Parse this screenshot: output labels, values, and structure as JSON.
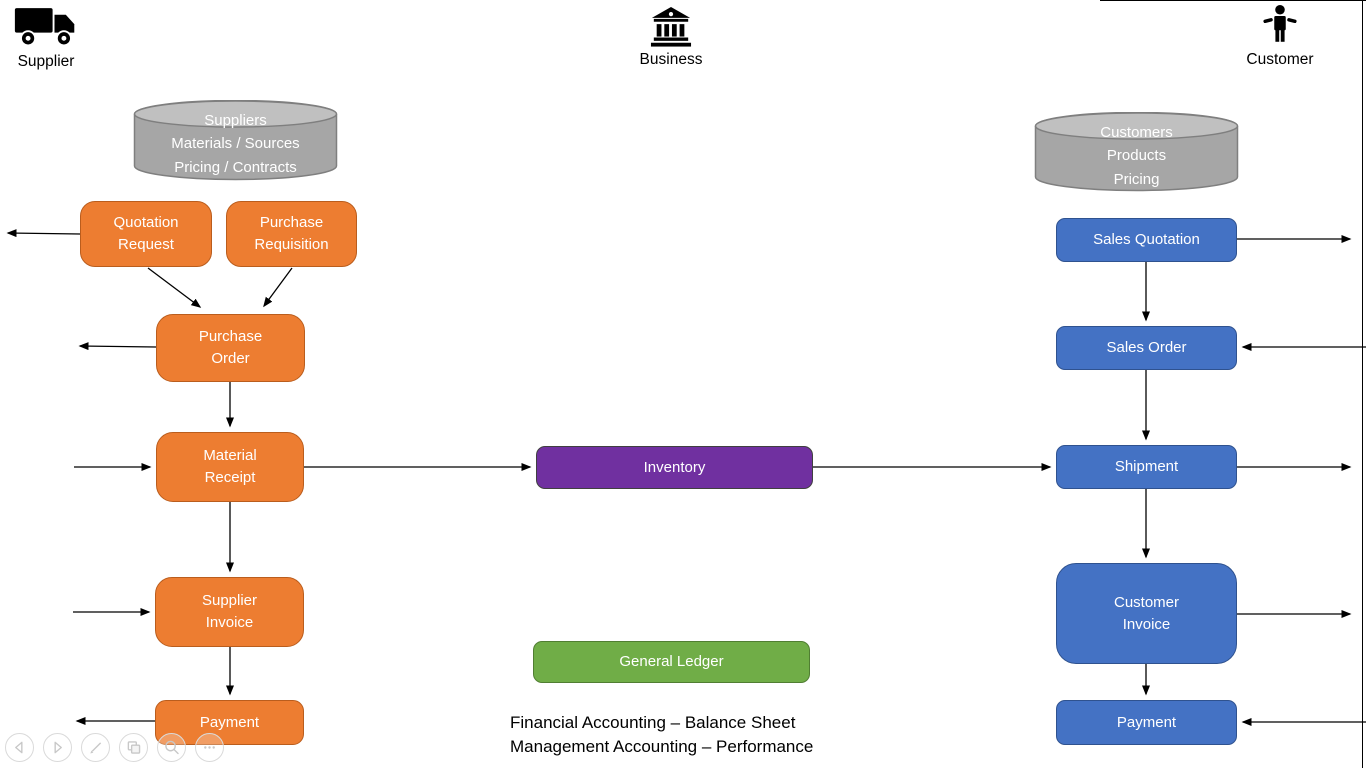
{
  "actors": {
    "supplier": "Supplier",
    "business": "Business",
    "customer": "Customer"
  },
  "databases": {
    "supplier": "Suppliers\nMaterials / Sources\nPricing / Contracts",
    "customer": "Customers\nProducts\nPricing"
  },
  "boxes": {
    "quotation_request": "Quotation\nRequest",
    "purchase_requisition": "Purchase\nRequisition",
    "purchase_order": "Purchase\nOrder",
    "material_receipt": "Material\nReceipt",
    "supplier_invoice": "Supplier\nInvoice",
    "supplier_payment": "Payment",
    "inventory": "Inventory",
    "general_ledger": "General Ledger",
    "sales_quotation": "Sales Quotation",
    "sales_order": "Sales Order",
    "shipment": "Shipment",
    "customer_invoice": "Customer\nInvoice",
    "customer_payment": "Payment"
  },
  "footnote": "Financial Accounting – Balance Sheet\nManagement Accounting – Performance",
  "controls": [
    "Previous slide",
    "Next slide",
    "Pen and laser pointer tools",
    "See all slides",
    "Zoom into the slide",
    "More slide show options"
  ],
  "colors": {
    "orange": "#ED7D31",
    "orange_border": "#BA5D1D",
    "blue": "#4472C4",
    "blue_border": "#2F528F",
    "purple": "#7030A0",
    "purple_border": "#404040",
    "green": "#70AD47",
    "green_border": "#507E32",
    "gray_fill": "#A6A6A6",
    "gray_top": "#C0C0C0",
    "gray_border": "#7F7F7F",
    "line": "#000000",
    "icon": "#000000"
  }
}
